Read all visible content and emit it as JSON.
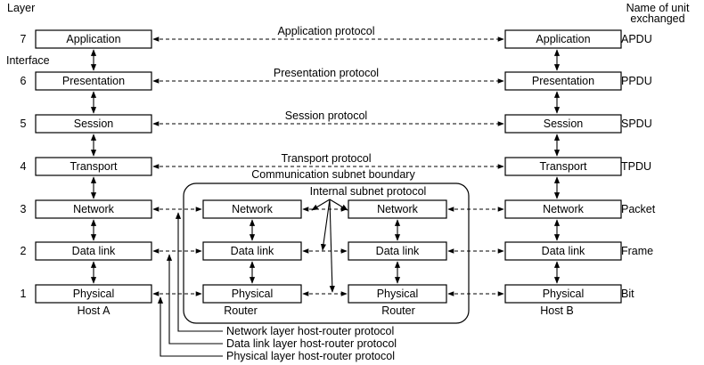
{
  "header": {
    "layer_heading": "Layer",
    "unit_heading_line1": "Name of unit",
    "unit_heading_line2": "exchanged",
    "interface_label": "Interface"
  },
  "layers": [
    {
      "num": "7",
      "name": "Application",
      "unit": "APDU",
      "protocol": "Application protocol"
    },
    {
      "num": "6",
      "name": "Presentation",
      "unit": "PPDU",
      "protocol": "Presentation protocol"
    },
    {
      "num": "5",
      "name": "Session",
      "unit": "SPDU",
      "protocol": "Session protocol"
    },
    {
      "num": "4",
      "name": "Transport",
      "unit": "TPDU",
      "protocol": "Transport protocol"
    },
    {
      "num": "3",
      "name": "Network",
      "unit": "Packet"
    },
    {
      "num": "2",
      "name": "Data link",
      "unit": "Frame"
    },
    {
      "num": "1",
      "name": "Physical",
      "unit": "Bit"
    }
  ],
  "hosts": {
    "left": "Host A",
    "right": "Host B"
  },
  "subnet": {
    "boundary_label": "Communication subnet boundary",
    "internal_protocol": "Internal subnet protocol",
    "router_label": "Router"
  },
  "host_router_protocols": [
    "Network layer host-router protocol",
    "Data link layer host-router protocol",
    "Physical layer host-router protocol"
  ]
}
